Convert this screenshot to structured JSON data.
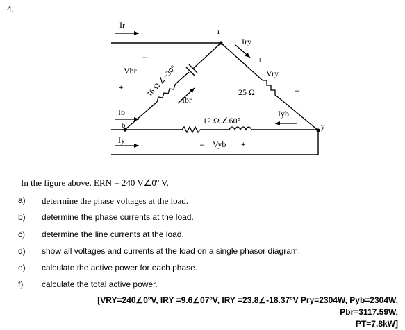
{
  "problem_number": "4.",
  "circuit": {
    "node_r": "r",
    "node_b": "b",
    "node_y": "y",
    "line_currents": {
      "r": "Ir",
      "b": "Ib",
      "y": "Iy"
    },
    "phase_currents": {
      "ry": "Iry",
      "br": "Ibr",
      "yb": "Iyb"
    },
    "voltages": {
      "br": "Vbr",
      "ry": "Vry",
      "yb": "Vyb"
    },
    "impedances": {
      "br": "16 Ω ∠−30°",
      "ry": "25 Ω",
      "yb": "12 Ω ∠60°"
    },
    "polarity": {
      "plus": "+",
      "minus": "–"
    }
  },
  "intro_text": "In the figure above, ERN = 240 V∠0º V.",
  "questions": [
    {
      "key": "a)",
      "text": "determine the phase voltages at the load."
    },
    {
      "key": "b)",
      "text": "determine the phase currents at the load."
    },
    {
      "key": "c)",
      "text": "determine the line currents at the load."
    },
    {
      "key": "d)",
      "text": "show all voltages and currents at the load on a single phasor diagram."
    },
    {
      "key": "e)",
      "text": "calculate the active power for each phase."
    },
    {
      "key": "f)",
      "text": "calculate the total active power."
    }
  ],
  "answer_line_1": "[VRY=240∠0ºV, IRY =9.6∠07ºV, IRY =23.8∠-18.37ºV Pry=2304W, Pyb=2304W, Pbr=3117.59W,",
  "answer_line_2": "PT=7.8kW]"
}
